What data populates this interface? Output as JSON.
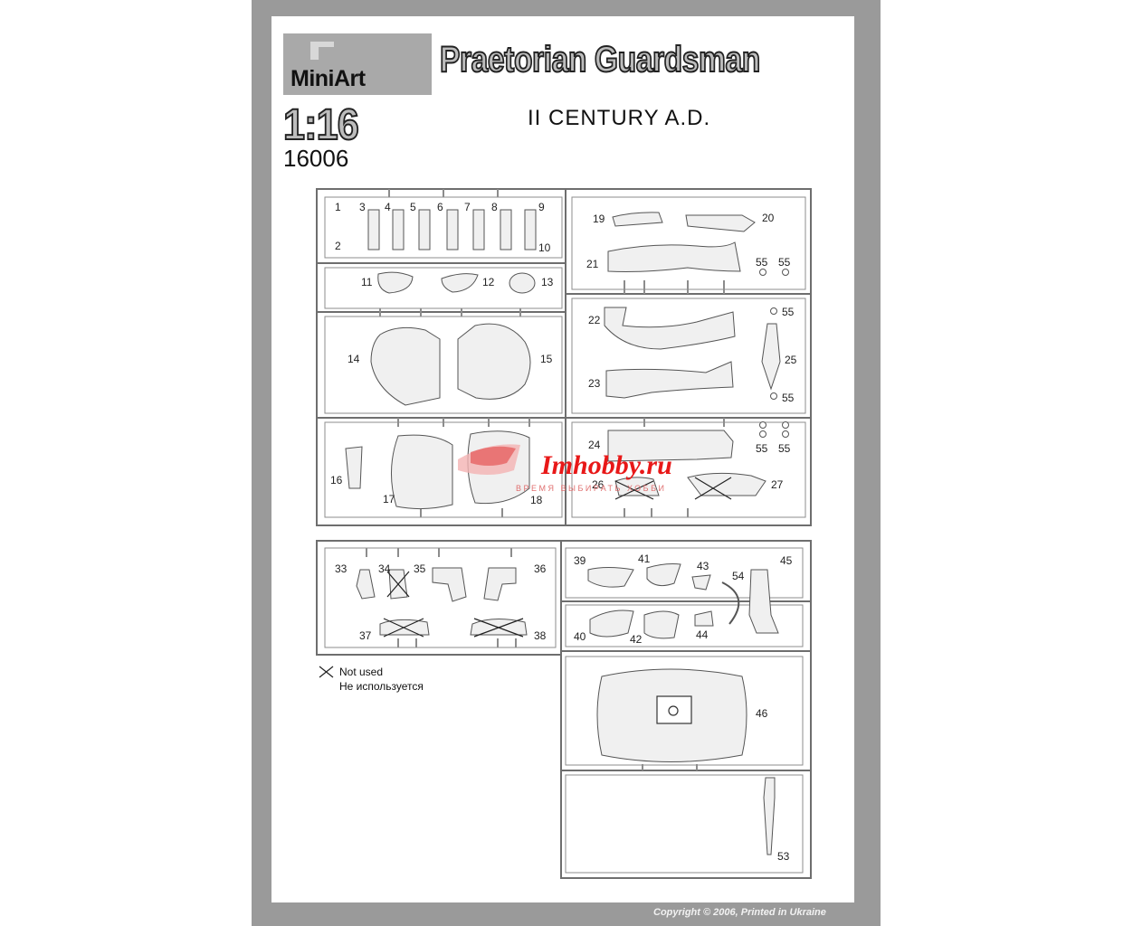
{
  "brand": {
    "name": "MiniArt"
  },
  "header": {
    "title": "Praetorian Guardsman",
    "subtitle": "II CENTURY A.D.",
    "scale": "1:16",
    "kit_number": "16006"
  },
  "legend": {
    "not_used_en": "Not  used",
    "not_used_ru": "Не используется"
  },
  "watermark": {
    "site": "Imhobby.ru",
    "tagline": "ВРЕМЯ ВЫБИРАТЬ ХОББИ"
  },
  "footer": {
    "copyright": "Copyright © 2006,  Printed in Ukraine"
  },
  "part_numbers": [
    "1",
    "2",
    "3",
    "4",
    "5",
    "6",
    "7",
    "8",
    "9",
    "10",
    "11",
    "12",
    "13",
    "14",
    "15",
    "16",
    "17",
    "18",
    "19",
    "20",
    "21",
    "22",
    "23",
    "24",
    "25",
    "26",
    "27",
    "33",
    "34",
    "35",
    "36",
    "37",
    "38",
    "39",
    "40",
    "41",
    "42",
    "43",
    "44",
    "45",
    "46",
    "53",
    "54",
    "55",
    "55",
    "55",
    "55",
    "55",
    "55",
    "55",
    "55"
  ],
  "colors": {
    "sheet_border": "#9a9a9a",
    "part_fill": "#f0f0f0",
    "outline": "#555555",
    "watermark": "#e81818"
  }
}
